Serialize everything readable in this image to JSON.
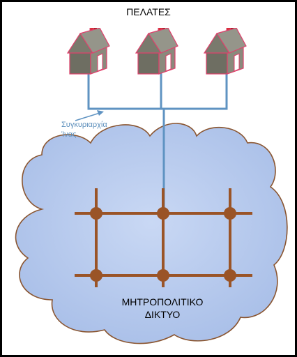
{
  "clients_label": "ΠΕΛΑΤΕΣ",
  "fiber_label": {
    "line1": "Συγκυριαρχία",
    "line2": "Ίνας"
  },
  "network_label": {
    "line1": "ΜΗΤΡΟΠΟΛΙΤΙΚΟ",
    "line2": "ΔΙΚΤΥΟ"
  },
  "icons": [
    "house-icon",
    "house-icon",
    "house-icon",
    "cloud-icon",
    "arrow-icon"
  ],
  "colors": {
    "background": "#ffffff",
    "frame": "#000000",
    "cloud_fill": "#b7c9ec",
    "cloud_outline": "#8a5530",
    "fiber": "#5f93c2",
    "grid": "#9a5427",
    "node": "#9a5427",
    "house_wall": "#7f7f72",
    "house_roof": "#7a7a6d",
    "house_outline": "#e0406c",
    "chimney": "#d8303a",
    "door": "#ffffff"
  }
}
